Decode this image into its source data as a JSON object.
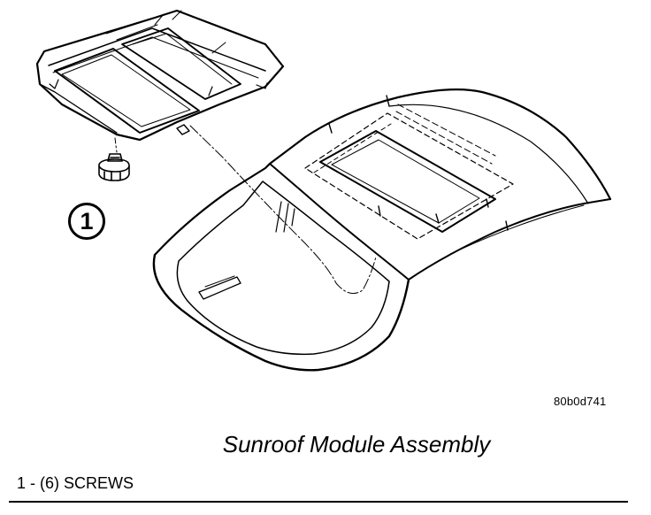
{
  "figure": {
    "callout_number": "1",
    "code": "80b0d741",
    "title": "Sunroof Module Assembly"
  },
  "legend": [
    {
      "number": "1",
      "text": "(6) SCREWS"
    }
  ]
}
